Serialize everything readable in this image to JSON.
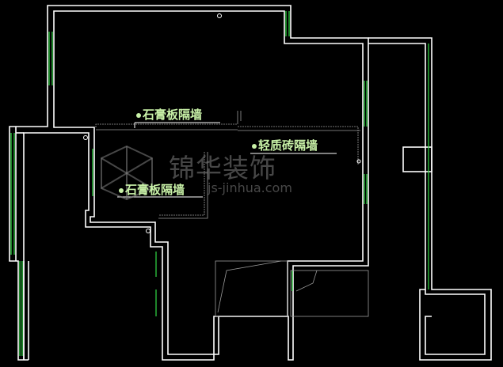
{
  "labels": {
    "gypsum_top": "石膏板隔墙",
    "light_brick": "轻质砖隔墙",
    "gypsum_mid": "石膏板隔墙"
  },
  "watermark": {
    "brand": "锦华装饰",
    "url": "js-jinhua.com"
  },
  "colors": {
    "background": "#000000",
    "wall": "#ffffff",
    "window": "#2ecc40",
    "label": "#c9f2a8"
  }
}
